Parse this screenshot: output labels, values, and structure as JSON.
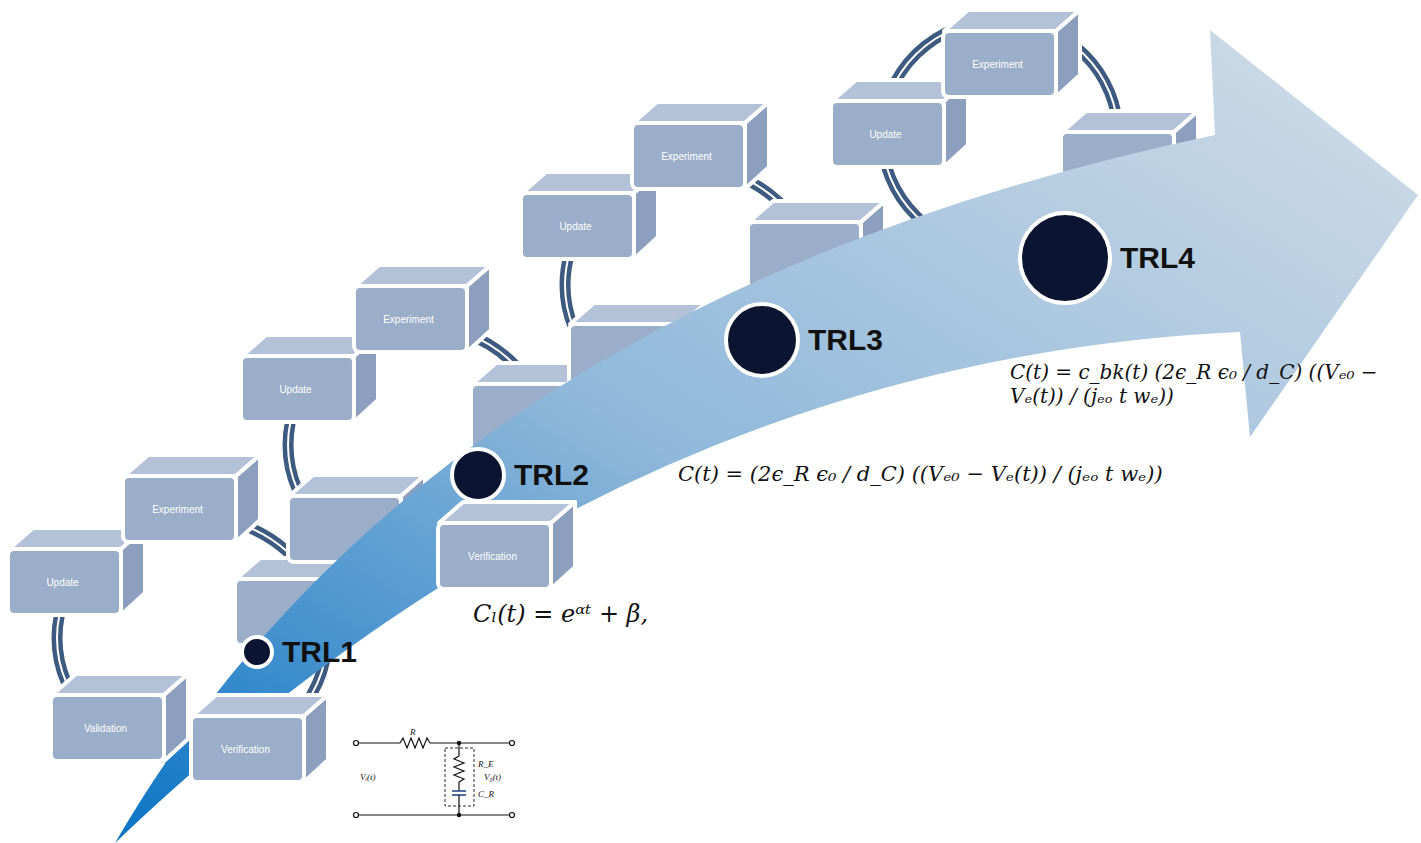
{
  "diagram": {
    "nodes": [
      {
        "text": [
          "Update"
        ]
      },
      {
        "text": [
          "Experiment"
        ]
      },
      {
        "text": [
          "Validation"
        ]
      },
      {
        "text": [
          "Verification"
        ]
      },
      {
        "text": [
          "TRL1"
        ]
      },
      {
        "text": [
          "Update"
        ]
      },
      {
        "text": [
          "Experiment"
        ]
      },
      {
        "text": [
          "Verification"
        ]
      },
      {
        "text": [
          "TRL2"
        ]
      },
      {
        "text": [
          "Update"
        ]
      },
      {
        "text": [
          "Experiment"
        ]
      },
      {
        "text": [
          "TRL3"
        ]
      },
      {
        "text": [
          "Update"
        ]
      },
      {
        "text": [
          "Experiment"
        ]
      },
      {
        "text": [
          "TRL4"
        ]
      }
    ],
    "labels": [
      "Cₗ(t) = eᵅᵗ + β,",
      "C(t) = (2ϵ_R ϵ₀ / d_C) ((Vₑ₀ − Vₑ(t)) / (jₑₒ t wₑ))",
      "C(t) = c_bk(t) (2ϵ_R ϵ₀ / d_C) ((Vₑ₀ − Vₑ(t)) / (jₑₒ t wₑ))",
      "R",
      "R_E",
      "C_R",
      "Vᵢ(t)",
      "V₀(t)"
    ]
  }
}
